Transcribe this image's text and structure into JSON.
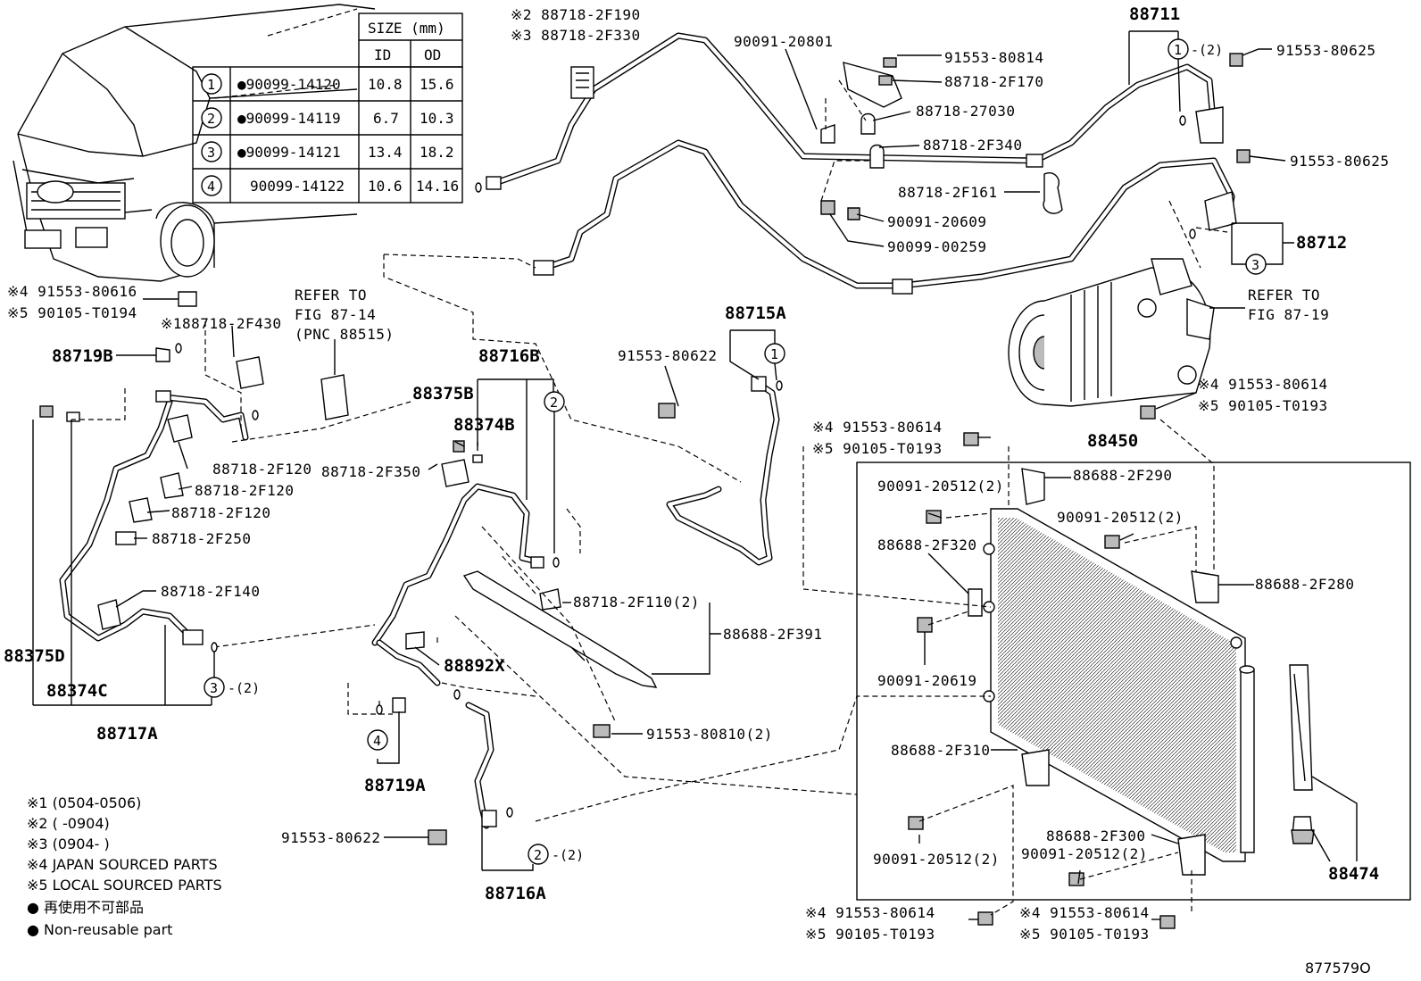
{
  "size_table": {
    "title": "SIZE (mm)",
    "headers": [
      "ID",
      "OD"
    ],
    "rows": [
      {
        "no": "1",
        "part": "●90099-14120",
        "id": "10.8",
        "od": "15.6"
      },
      {
        "no": "2",
        "part": "●90099-14119",
        "id": "6.7",
        "od": "10.3"
      },
      {
        "no": "3",
        "part": "●90099-14121",
        "id": "13.4",
        "od": "18.2"
      },
      {
        "no": "4",
        "part": "90099-14122",
        "id": "10.6",
        "od": "14.16"
      }
    ]
  },
  "labels": {
    "p88718_2F190": "※2 88718-2F190",
    "p88718_2F330": "※3 88718-2F330",
    "p90091_20801": "90091-20801",
    "p91553_80814": "91553-80814",
    "p88718_2F170": "88718-2F170",
    "p88718_27030": "88718-27030",
    "p88718_2F340": "88718-2F340",
    "p88718_2F161": "88718-2F161",
    "p90091_20609": "90091-20609",
    "p90099_00259": "90099-00259",
    "p88711": "88711",
    "p88711_ring": "-(2)",
    "p91553_80625_a": "91553-80625",
    "p91553_80625_b": "91553-80625",
    "p88712": "88712",
    "refer_87_19_a": "REFER TO",
    "refer_87_19_b": "FIG 87-19",
    "p91553_80616": "※4 91553-80616",
    "p90105_T0194": "※5 90105-T0194",
    "p88718_2F430": "※188718-2F430",
    "refer_87_14_a": "REFER TO",
    "refer_87_14_b": "FIG 87-14",
    "refer_87_14_c": "(PNC 88515)",
    "p88719B": "88719B",
    "p88715A": "88715A",
    "p91553_80622_a": "91553-80622",
    "p88716B": "88716B",
    "p88375B": "88375B",
    "p88374B": "88374B",
    "p88718_2F350": "88718-2F350",
    "p88718_2F120_a": "88718-2F120",
    "p88718_2F120_b": "88718-2F120",
    "p88718_2F120_c": "88718-2F120",
    "p88718_2F250": "88718-2F250",
    "p88718_2F140": "88718-2F140",
    "p88375D": "88375D",
    "p88374C": "88374C",
    "p88717A": "88717A",
    "p88717A_ring": "-(2)",
    "p88718_2F110": "88718-2F110(2)",
    "p88688_2F391": "88688-2F391",
    "p88892X": "88892X",
    "p91553_80810": "91553-80810(2)",
    "p88719A": "88719A",
    "p91553_80622_b": "91553-80622",
    "p88716A": "88716A",
    "p88716A_ring": "-(2)",
    "p91553_80614_a1": "※4 91553-80614",
    "p90105_T0193_a2": "※5 90105-T0193",
    "p91553_80614_b1": "※4 91553-80614",
    "p90105_T0193_b2": "※5 90105-T0193",
    "p88450": "88450",
    "p90091_20512_a": "90091-20512(2)",
    "p88688_2F290": "88688-2F290",
    "p90091_20512_b": "90091-20512(2)",
    "p88688_2F320": "88688-2F320",
    "p88688_2F280": "88688-2F280",
    "p90091_20619": "90091-20619",
    "p88688_2F310": "88688-2F310",
    "p90091_20512_c": "90091-20512(2)",
    "p88688_2F300": "88688-2F300",
    "p90091_20512_d": "90091-20512(2)",
    "p88474": "88474",
    "p91553_80614_c1": "※4 91553-80614",
    "p90105_T0193_c2": "※5 90105-T0193",
    "p91553_80614_d1": "※4 91553-80614",
    "p90105_T0193_d2": "※5 90105-T0193",
    "ring1": "1",
    "ring2": "2",
    "ring3": "3",
    "ring4": "4"
  },
  "notes": [
    "※1 (0504-0506)",
    "※2 (      -0904)",
    "※3 (0904-      )",
    "※4 JAPAN SOURCED PARTS",
    "※5 LOCAL SOURCED PARTS",
    "● 再使用不可部品",
    "● Non-reusable part"
  ],
  "figure_id": "877579O"
}
